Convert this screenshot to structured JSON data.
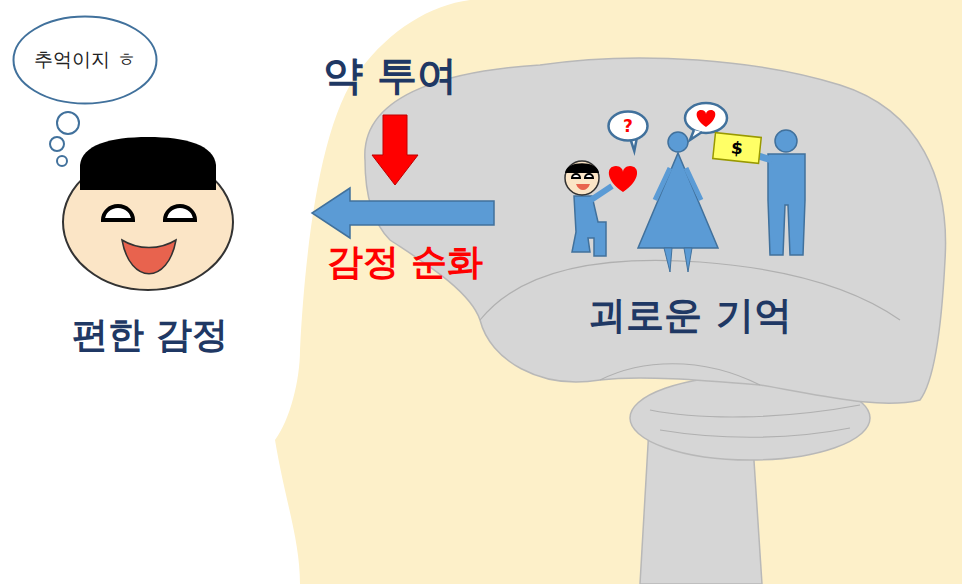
{
  "diagram": {
    "nodes": [
      {
        "text": [
          "추억이지 ㅎ"
        ]
      },
      {
        "text": [
          "?"
        ]
      },
      {
        "text": [
          "$"
        ]
      }
    ],
    "labels": [
      "약 투여",
      "감정 순화",
      "편한 감정",
      "괴로운 기억"
    ]
  }
}
